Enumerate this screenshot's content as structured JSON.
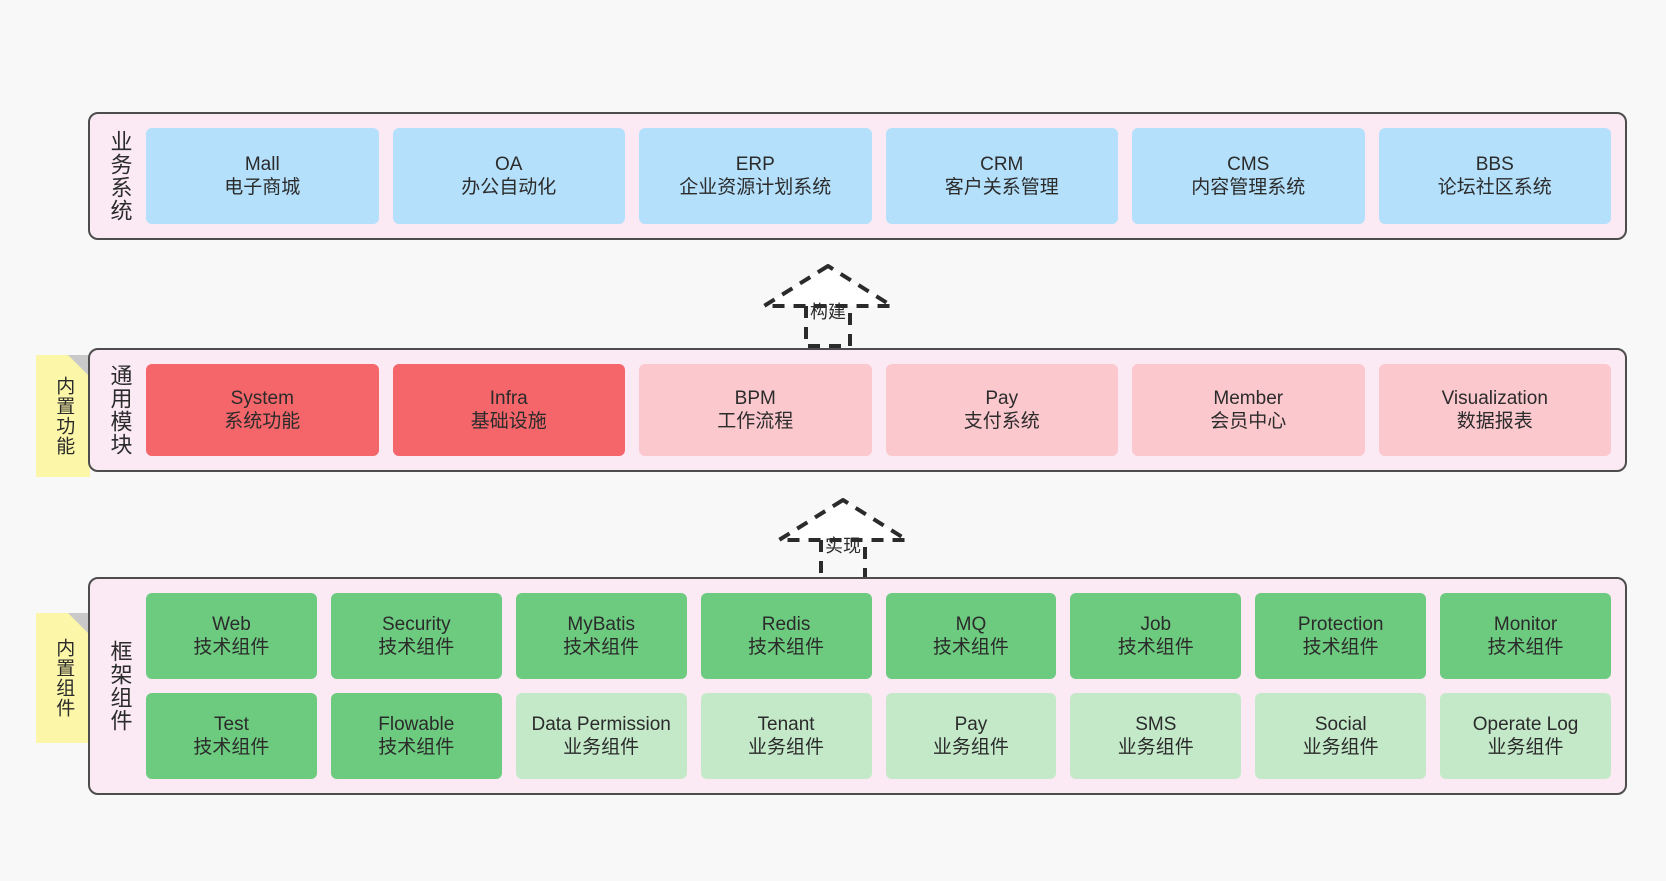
{
  "diagram": {
    "background_color": "#f8f8f8",
    "panel_color": "#fbeaf4",
    "panel_border_color": "#4d4d4d",
    "note_color": "#fcf7a8"
  },
  "layers": [
    {
      "id": "business",
      "title": "业务系统",
      "rows": [
        [
          {
            "en": "Mall",
            "cn": "电子商城",
            "color": "#b4e0fb",
            "style": "c-blue"
          },
          {
            "en": "OA",
            "cn": "办公自动化",
            "color": "#b4e0fb",
            "style": "c-blue"
          },
          {
            "en": "ERP",
            "cn": "企业资源计划系统",
            "color": "#b4e0fb",
            "style": "c-blue"
          },
          {
            "en": "CRM",
            "cn": "客户关系管理",
            "color": "#b4e0fb",
            "style": "c-blue"
          },
          {
            "en": "CMS",
            "cn": "内容管理系统",
            "color": "#b4e0fb",
            "style": "c-blue"
          },
          {
            "en": "BBS",
            "cn": "论坛社区系统",
            "color": "#b4e0fb",
            "style": "c-blue"
          }
        ]
      ]
    },
    {
      "id": "common-module",
      "title": "通用模块",
      "note": "内置功能",
      "rows": [
        [
          {
            "en": "System",
            "cn": "系统功能",
            "color": "#f4666a",
            "style": "c-red"
          },
          {
            "en": "Infra",
            "cn": "基础设施",
            "color": "#f4666a",
            "style": "c-red"
          },
          {
            "en": "BPM",
            "cn": "工作流程",
            "color": "#fbc8ce",
            "style": "c-pink"
          },
          {
            "en": "Pay",
            "cn": "支付系统",
            "color": "#fbc8ce",
            "style": "c-pink"
          },
          {
            "en": "Member",
            "cn": "会员中心",
            "color": "#fbc8ce",
            "style": "c-pink"
          },
          {
            "en": "Visualization",
            "cn": "数据报表",
            "color": "#fbc8ce",
            "style": "c-pink"
          }
        ]
      ]
    },
    {
      "id": "framework-component",
      "title": "框架组件",
      "note": "内置组件",
      "rows": [
        [
          {
            "en": "Web",
            "cn": "技术组件",
            "color": "#6dcb7f",
            "style": "c-green"
          },
          {
            "en": "Security",
            "cn": "技术组件",
            "color": "#6dcb7f",
            "style": "c-green"
          },
          {
            "en": "MyBatis",
            "cn": "技术组件",
            "color": "#6dcb7f",
            "style": "c-green"
          },
          {
            "en": "Redis",
            "cn": "技术组件",
            "color": "#6dcb7f",
            "style": "c-green"
          },
          {
            "en": "MQ",
            "cn": "技术组件",
            "color": "#6dcb7f",
            "style": "c-green"
          },
          {
            "en": "Job",
            "cn": "技术组件",
            "color": "#6dcb7f",
            "style": "c-green"
          },
          {
            "en": "Protection",
            "cn": "技术组件",
            "color": "#6dcb7f",
            "style": "c-green"
          },
          {
            "en": "Monitor",
            "cn": "技术组件",
            "color": "#6dcb7f",
            "style": "c-green"
          }
        ],
        [
          {
            "en": "Test",
            "cn": "技术组件",
            "color": "#6dcb7f",
            "style": "c-green"
          },
          {
            "en": "Flowable",
            "cn": "技术组件",
            "color": "#6dcb7f",
            "style": "c-green"
          },
          {
            "en": "Data Permission",
            "cn": "业务组件",
            "color": "#c4e9c9",
            "style": "c-green-light"
          },
          {
            "en": "Tenant",
            "cn": "业务组件",
            "color": "#c4e9c9",
            "style": "c-green-light"
          },
          {
            "en": "Pay",
            "cn": "业务组件",
            "color": "#c4e9c9",
            "style": "c-green-light"
          },
          {
            "en": "SMS",
            "cn": "业务组件",
            "color": "#c4e9c9",
            "style": "c-green-light"
          },
          {
            "en": "Social",
            "cn": "业务组件",
            "color": "#c4e9c9",
            "style": "c-green-light"
          },
          {
            "en": "Operate Log",
            "cn": "业务组件",
            "color": "#c4e9c9",
            "style": "c-green-light"
          }
        ]
      ]
    }
  ],
  "connectors": [
    {
      "id": "build",
      "label": "构建"
    },
    {
      "id": "implement",
      "label": "实现"
    }
  ]
}
